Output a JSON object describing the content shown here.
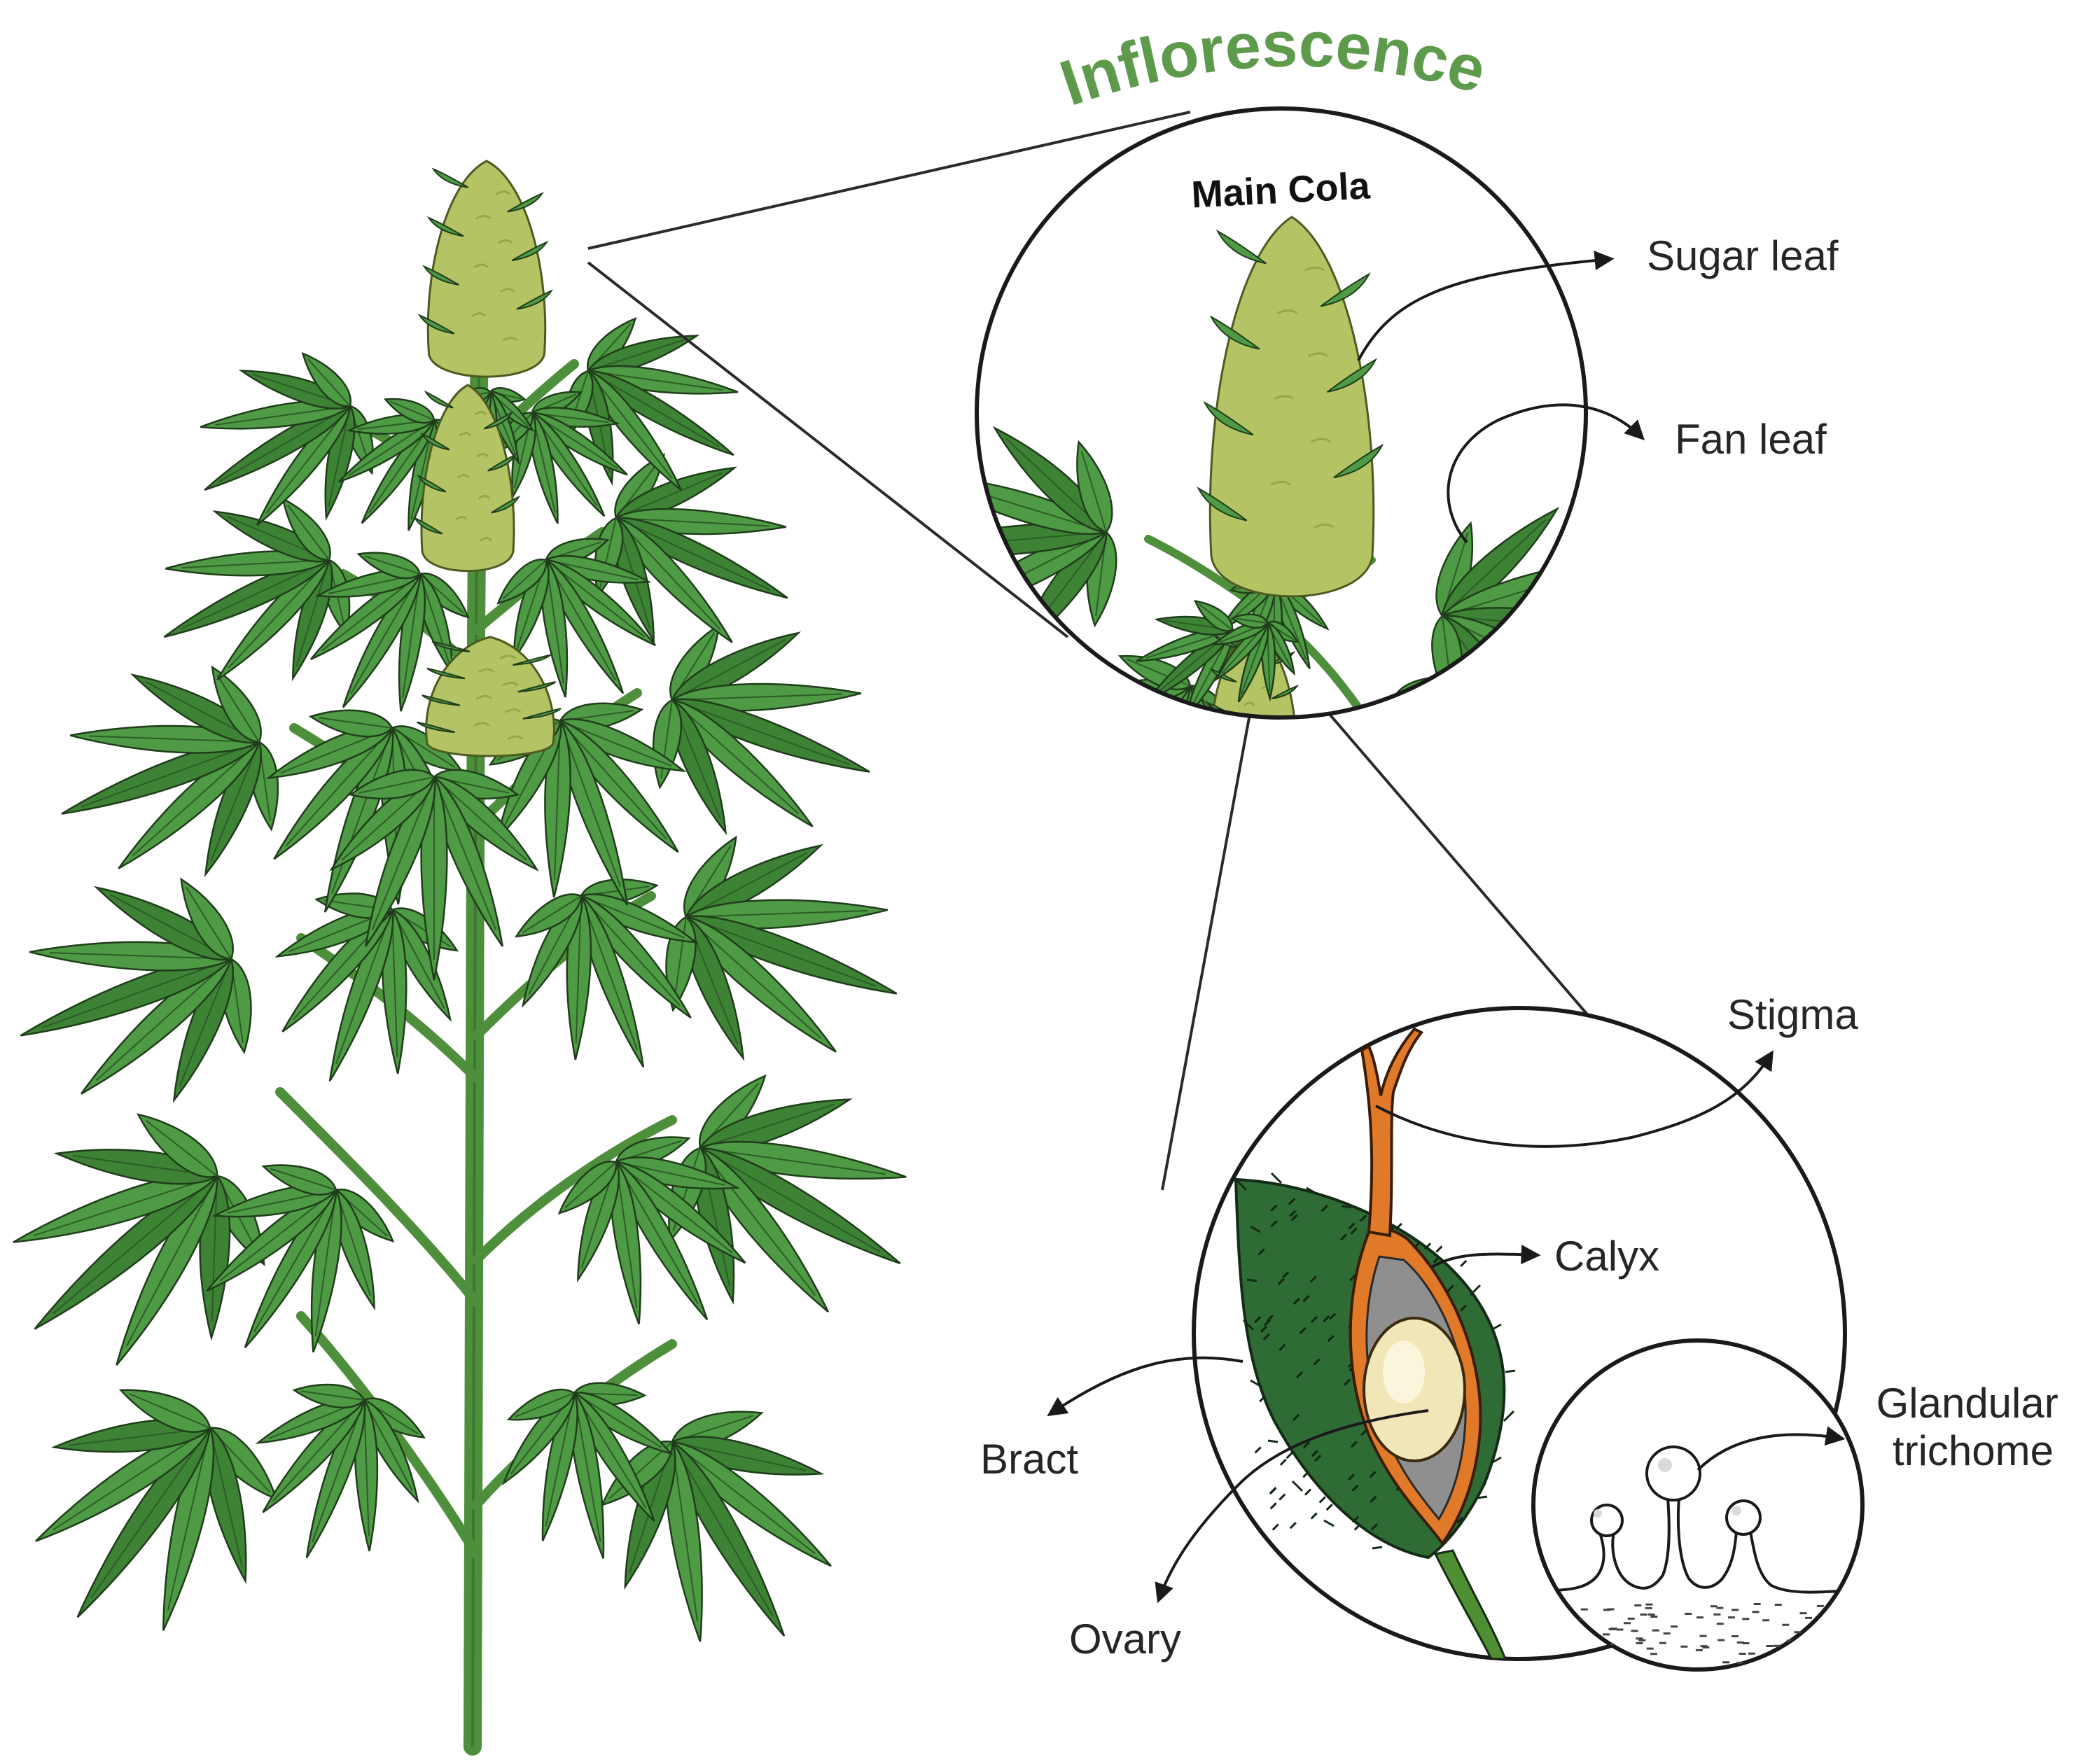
{
  "title": "Inflorescence",
  "colors": {
    "title": "#5e9a4c",
    "fan_leaf": "#4f9a45",
    "fan_leaf_dark": "#3e8236",
    "bud": "#b4c465",
    "bud_dark": "#93a84c",
    "stem": "#4e8f3c",
    "bract": "#2f6b35",
    "calyx": "#e07a28",
    "ovary": "#f1e6b8",
    "outline": "#1a1a1a"
  },
  "zoom_main": {
    "label": "Main Cola",
    "callouts": [
      {
        "id": "sugar-leaf",
        "text": "Sugar leaf"
      },
      {
        "id": "fan-leaf",
        "text": "Fan leaf"
      }
    ]
  },
  "zoom_flower": {
    "callouts": [
      {
        "id": "stigma",
        "text": "Stigma"
      },
      {
        "id": "calyx",
        "text": "Calyx"
      },
      {
        "id": "bract",
        "text": "Bract"
      },
      {
        "id": "ovary",
        "text": "Ovary"
      },
      {
        "id": "glandular-trichome",
        "lines": [
          "Glandular",
          "trichome"
        ]
      }
    ]
  },
  "icons": [
    "cannabis-plant-icon",
    "fan-leaf-icon",
    "bud-icon",
    "bract-icon",
    "calyx-icon",
    "ovary-icon",
    "trichome-icon",
    "arrow-icon"
  ]
}
